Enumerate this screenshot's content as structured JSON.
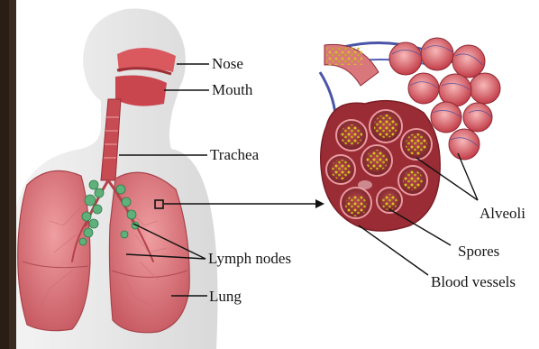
{
  "labels": {
    "nose": "Nose",
    "mouth": "Mouth",
    "trachea": "Trachea",
    "lymph_nodes": "Lymph nodes",
    "lung": "Lung",
    "alveoli": "Alveoli",
    "spores": "Spores",
    "blood_vessels": "Blood vessels"
  },
  "colors": {
    "lung_fill": "#d9777d",
    "airway": "#c84a52",
    "lymph": "#5fb07a",
    "spore": "#d4c21a",
    "vessel_blue": "#4b55a8",
    "skin": "#e6e6e6"
  }
}
